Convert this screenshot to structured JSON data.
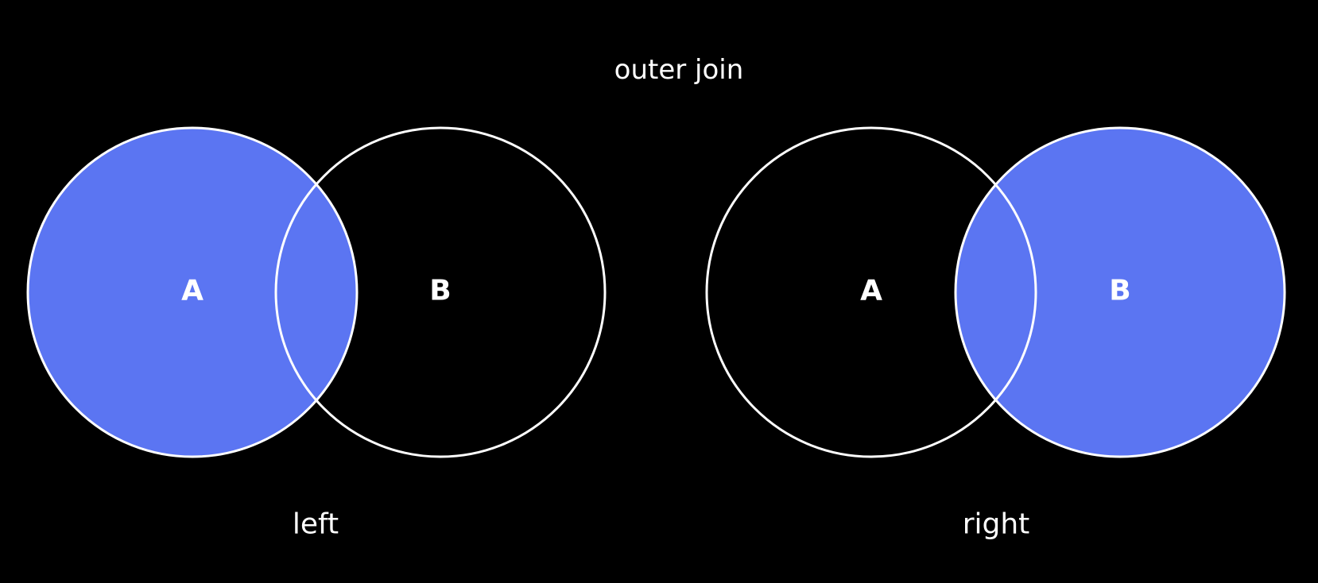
{
  "title": "outer join",
  "colors": {
    "background": "#000000",
    "fill": "#5b75f2",
    "stroke": "#ffffff",
    "text": "#ffffff"
  },
  "diagrams": [
    {
      "caption": "left",
      "filled_sets": [
        "A"
      ],
      "set_a_label": "A",
      "set_b_label": "B"
    },
    {
      "caption": "right",
      "filled_sets": [
        "B"
      ],
      "set_a_label": "A",
      "set_b_label": "B"
    }
  ]
}
